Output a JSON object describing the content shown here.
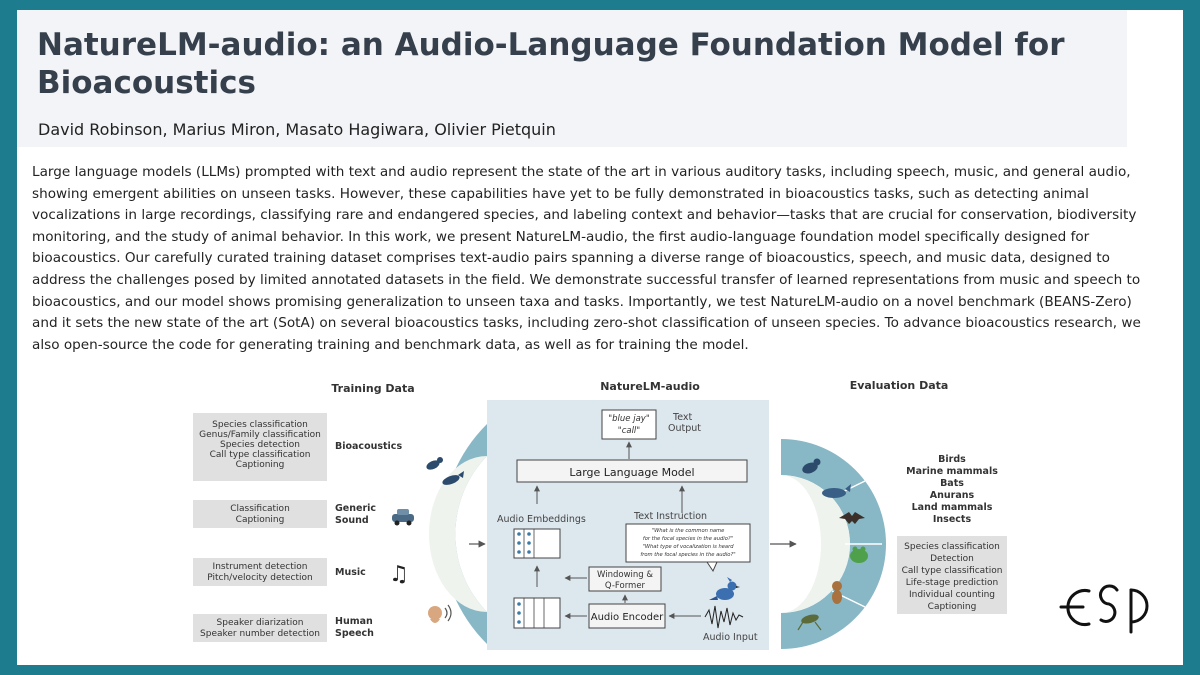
{
  "paper": {
    "title": "NatureLM-audio: an Audio-Language Foundation Model for Bioacoustics",
    "authors": "David Robinson, Marius Miron, Masato Hagiwara, Olivier Pietquin",
    "abstract": "Large language models (LLMs) prompted with text and audio represent the state of the art in various auditory tasks, including speech, music, and general audio, showing emergent abilities on unseen tasks. However, these capabilities have yet to be fully demonstrated in bioacoustics tasks, such as detecting animal vocalizations in large recordings, classifying rare and endangered species, and labeling context and behavior—tasks that are crucial for conservation, biodiversity monitoring, and the study of animal behavior. In this work, we present NatureLM-audio, the first audio-language foundation model specifically designed for bioacoustics. Our carefully curated training dataset comprises text-audio pairs spanning a diverse range of bioacoustics, speech, and music data, designed to address the challenges posed by limited annotated datasets in the field. We demonstrate successful transfer of learned representations from music and speech to bioacoustics, and our model shows promising generalization to unseen taxa and tasks. Importantly, we test NatureLM-audio on a novel benchmark (BEANS-Zero) and it sets the new state of the art (SotA) on several bioacoustics tasks, including zero-shot classification of unseen species. To advance bioacoustics research, we also open-source the code for generating training and benchmark data, as well as for training the model."
  },
  "figure": {
    "training": {
      "heading": "Training Data",
      "groups": [
        {
          "category": [
            "Bioacoustics"
          ],
          "tasks": [
            "Species classification",
            "Genus/Family classification",
            "Species detection",
            "Call type classification",
            "Captioning"
          ]
        },
        {
          "category": [
            "Generic",
            "Sound"
          ],
          "tasks": [
            "Classification",
            "Captioning"
          ]
        },
        {
          "category": [
            "Music"
          ],
          "tasks": [
            "Instrument detection",
            "Pitch/velocity detection"
          ]
        },
        {
          "category": [
            "Human",
            "Speech"
          ],
          "tasks": [
            "Speaker diarization",
            "Speaker number detection"
          ]
        }
      ]
    },
    "model": {
      "heading": "NatureLM-audio",
      "output_quote": [
        "\"blue jay\"",
        "\"call\""
      ],
      "text_output_label": [
        "Text",
        "Output"
      ],
      "llm_label": "Large Language Model",
      "audio_embeddings_label": "Audio Embeddings",
      "text_instruction_label": "Text Instruction",
      "instruction_quote": [
        "\"What is the common name",
        "for the focal species in the audio?\"",
        "\"What type of vocalization is heard",
        "from the focal species in the audio?\""
      ],
      "windowing_label": [
        "Windowing &",
        "Q-Former"
      ],
      "encoder_label": "Audio Encoder",
      "audio_input_label": "Audio Input"
    },
    "evaluation": {
      "heading": "Evaluation Data",
      "taxa": [
        "Birds",
        "Marine  mammals",
        "Bats",
        "Anurans",
        "Land mammals",
        "Insects"
      ],
      "tasks": [
        "Species classification",
        "Detection",
        "Call type classification",
        "Life-stage prediction",
        "Individual counting",
        "Captioning"
      ]
    },
    "icons": {
      "bioacoustics": "bird-and-whale-icon",
      "generic_sound": "car-icon",
      "music": "music-note-icon",
      "speech": "speaking-head-icon",
      "eval": [
        "bird-icon",
        "whale-icon",
        "bat-icon",
        "frog-icon",
        "monkey-icon",
        "grasshopper-icon"
      ]
    }
  },
  "logo": {
    "name": "esp-logo-icon"
  },
  "colors": {
    "frame": "#1d7c8e",
    "title": "#36404c",
    "diagram_teal": "#88b7c6",
    "diagram_panel": "#dde7ee"
  }
}
